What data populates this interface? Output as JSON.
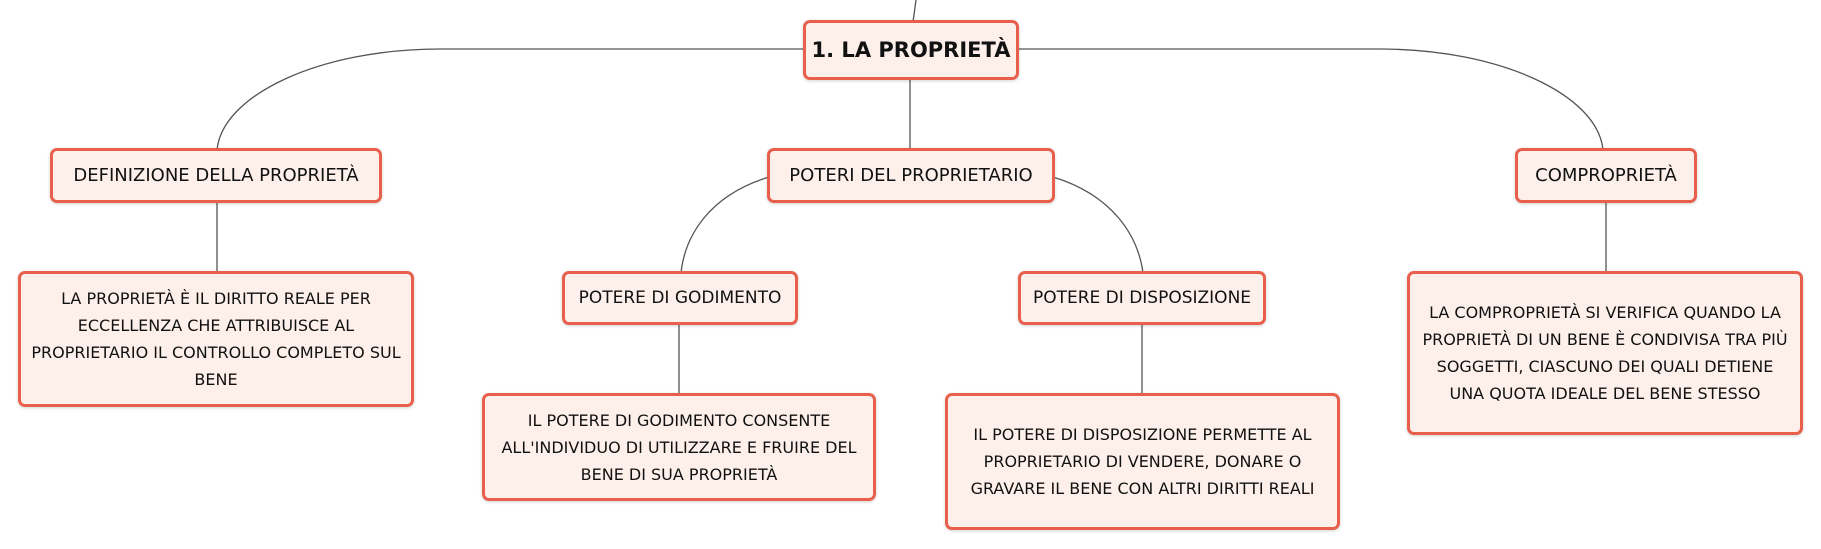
{
  "map": {
    "root": "1. LA PROPRIETÀ",
    "definizione": {
      "label": "DEFINIZIONE DELLA PROPRIETÀ",
      "text": "LA PROPRIETÀ È IL DIRITTO REALE PER ECCELLENZA CHE ATTRIBUISCE AL PROPRIETARIO IL CONTROLLO COMPLETO SUL BENE"
    },
    "poteri": {
      "label": "POTERI DEL PROPRIETARIO",
      "godimento": {
        "label": "POTERE DI GODIMENTO",
        "text": "IL POTERE DI GODIMENTO CONSENTE ALL'INDIVIDUO DI UTILIZZARE E FRUIRE DEL BENE DI SUA PROPRIETÀ"
      },
      "disposizione": {
        "label": "POTERE DI DISPOSIZIONE",
        "text": "IL POTERE DI DISPOSIZIONE PERMETTE AL PROPRIETARIO DI VENDERE, DONARE O GRAVARE IL BENE CON ALTRI DIRITTI REALI"
      }
    },
    "comproprieta": {
      "label": "COMPROPRIETÀ",
      "text": "LA COMPROPRIETÀ SI VERIFICA QUANDO LA PROPRIETÀ DI UN BENE È CONDIVISA TRA PIÙ SOGGETTI, CIASCUNO DEI QUALI DETIENE UNA QUOTA IDEALE DEL BENE STESSO"
    }
  },
  "colors": {
    "node_border": "#e8604c",
    "node_fill": "#fdf0ea",
    "connector": "#555555",
    "text": "#111111"
  }
}
